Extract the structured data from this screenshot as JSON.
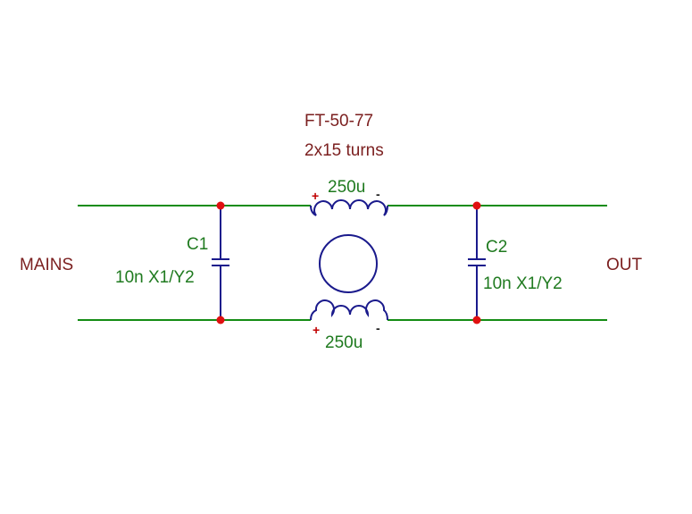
{
  "core": {
    "part_number": "FT-50-77",
    "turns": "2x15 turns"
  },
  "inductors": {
    "top_value": "250u",
    "bottom_value": "250u",
    "plus_marker": "+",
    "minus_marker": "-"
  },
  "capacitors": {
    "c1": {
      "ref": "C1",
      "value": "10n X1/Y2"
    },
    "c2": {
      "ref": "C2",
      "value": "10n X1/Y2"
    }
  },
  "ports": {
    "input": "MAINS",
    "output": "OUT"
  },
  "colors": {
    "wire": "#148c14",
    "component": "#1a1a8c",
    "junction": "#e01010",
    "title_text": "#7b1f1f",
    "value_text": "#1f7a1f"
  }
}
